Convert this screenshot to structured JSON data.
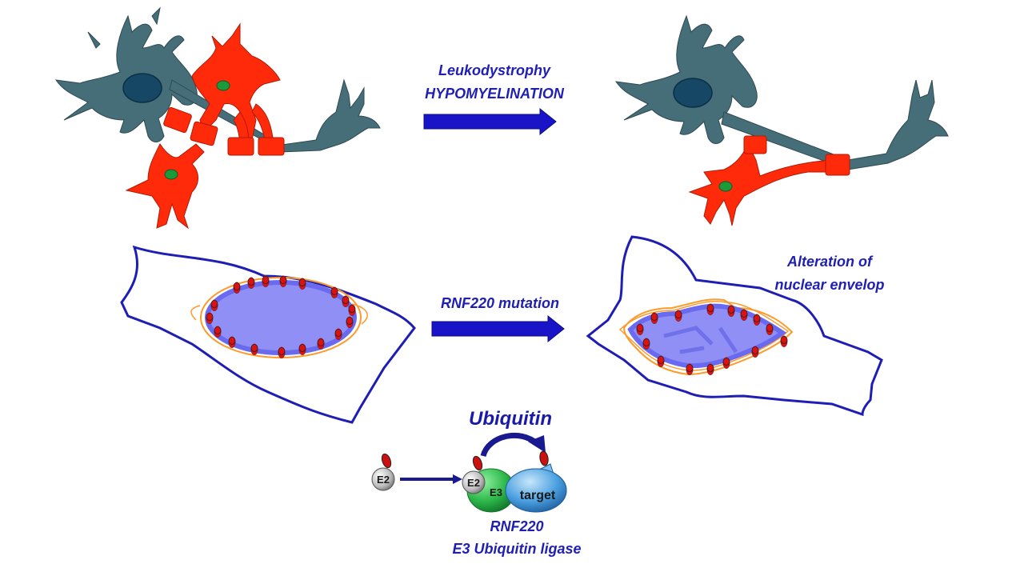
{
  "labels": {
    "top_arrow_line1": "Leukodystrophy",
    "top_arrow_line2": "HYPOMYELINATION",
    "mid_arrow": "RNF220 mutation",
    "alteration_line1": "Alteration of",
    "alteration_line2": "nuclear envelop",
    "ubiquitin": "Ubiquitin",
    "rnf220": "RNF220",
    "e3_ligase": "E3 Ubiquitin ligase"
  },
  "enzymes": {
    "e2_free": "E2",
    "e2_bound": "E2",
    "e3": "E3",
    "target": "target"
  },
  "colors": {
    "neuron": "#466e78",
    "neuron_nucleus": "#164866",
    "oligodendrocyte": "#ff2a0a",
    "oligo_nucleus": "#1a9a3a",
    "cell_outline": "#1e1eb4",
    "nucleus_fill": "#8f8ff6",
    "nuclear_lamina": "#ff9a2a",
    "arrow": "#1a14c8",
    "e3": "#2db84a",
    "target": "#4aa0e0"
  }
}
